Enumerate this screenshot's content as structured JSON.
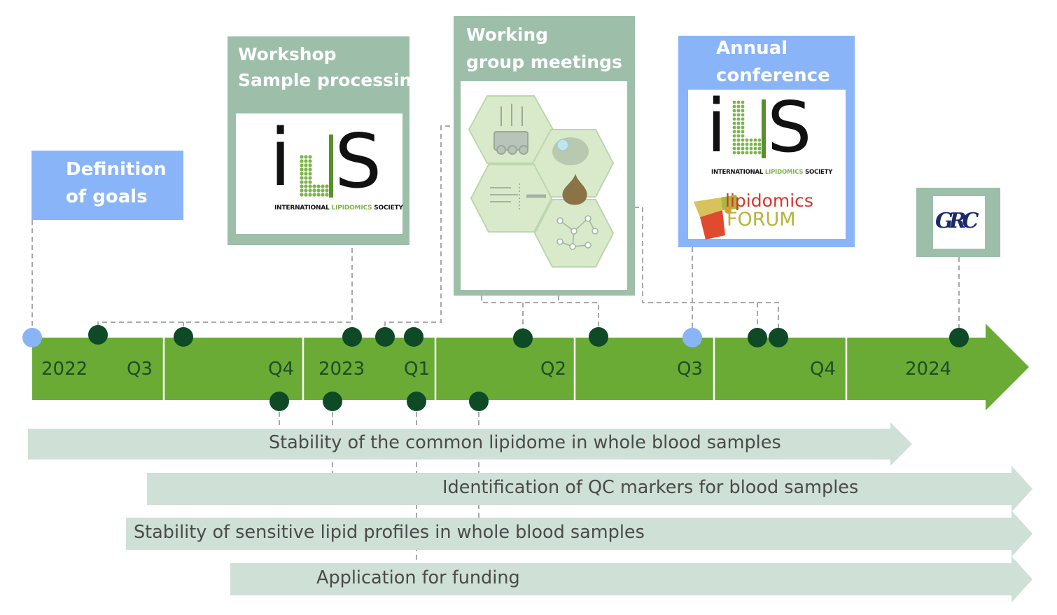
{
  "boxes": {
    "goals": {
      "title_line1": "Definition",
      "title_line2": "of goals",
      "color": "#8ab4f8"
    },
    "workshop": {
      "title_line1": "Workshop",
      "title_line2": "Sample processing",
      "color": "#9dbfaa"
    },
    "working_group": {
      "title_line1": "Working",
      "title_line2": "group meetings",
      "color": "#9dbfaa"
    },
    "conference": {
      "title_line1": "Annual",
      "title_line2": "conference",
      "color": "#8ab4f8"
    }
  },
  "logos": {
    "ils": {
      "letter_i": "i",
      "letters_ls": "LS",
      "subtitle_pre": "INTERNATIONAL ",
      "subtitle_green": "LIPIDOMICS",
      "subtitle_post": " SOCIETY"
    },
    "forum": {
      "line1": "lipidomics",
      "line2": "FORUM"
    },
    "grc": {
      "text": "GRC"
    }
  },
  "timeline": {
    "color": "#6aab35",
    "labels": [
      "2022",
      "Q3",
      "Q4",
      "2023",
      "Q1",
      "Q2",
      "Q3",
      "Q4",
      "2024"
    ]
  },
  "tasks": [
    "Stability of the common lipidome in whole blood samples",
    "Identification of QC markers for blood samples",
    "Stability of sensitive lipid profiles in whole blood samples",
    "Application for funding"
  ],
  "colors": {
    "milestone_dark": "#0e4a25",
    "milestone_light": "#8ab4f8",
    "task_bar": "#cfe0d6",
    "connector": "#a8a8a8"
  }
}
